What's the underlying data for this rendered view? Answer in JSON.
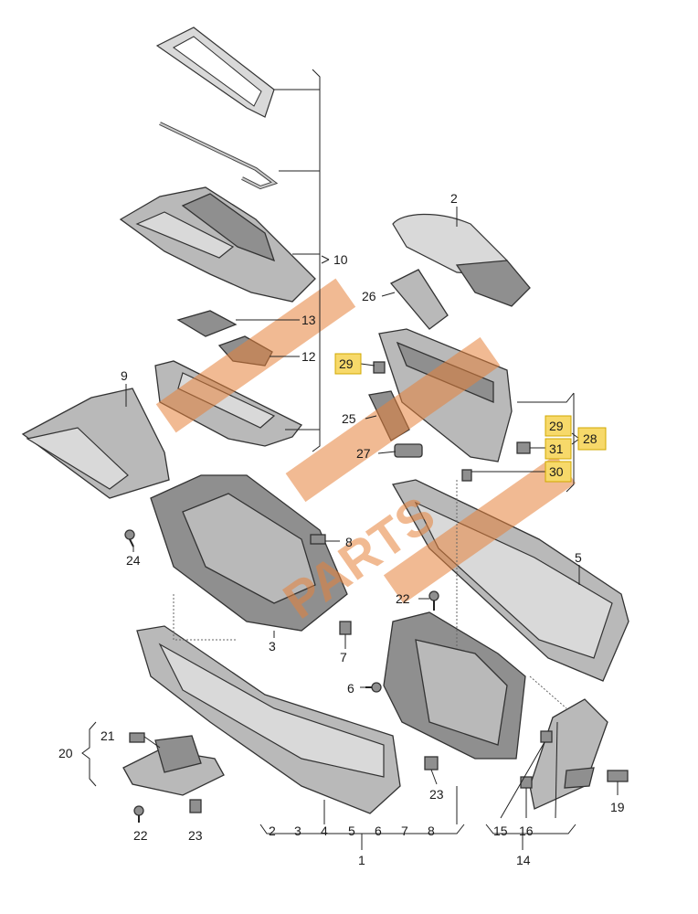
{
  "callouts": {
    "c1": "1",
    "c2": "2",
    "c3": "3",
    "c5": "5",
    "c6": "6",
    "c7": "7",
    "c8": "8",
    "c9": "9",
    "c10": "10",
    "c12": "12",
    "c13": "13",
    "c14": "14",
    "c15": "15",
    "c16": "16",
    "c19": "19",
    "c20": "20",
    "c21": "21",
    "c22a": "22",
    "c22b": "22",
    "c23a": "23",
    "c23b": "23",
    "c24": "24",
    "c25": "25",
    "c26": "26",
    "c27": "27",
    "c28": "28",
    "c29a": "29",
    "c29b": "29",
    "c30": "30",
    "c31": "31"
  },
  "kit_row": [
    "2",
    "3",
    "4",
    "5",
    "6",
    "7",
    "8"
  ],
  "kit_total": "1",
  "watermark_text": "PARTS",
  "colors": {
    "highlight": "#f7d96a",
    "watermark": "#e6823a",
    "part": "#b9b9b9"
  }
}
